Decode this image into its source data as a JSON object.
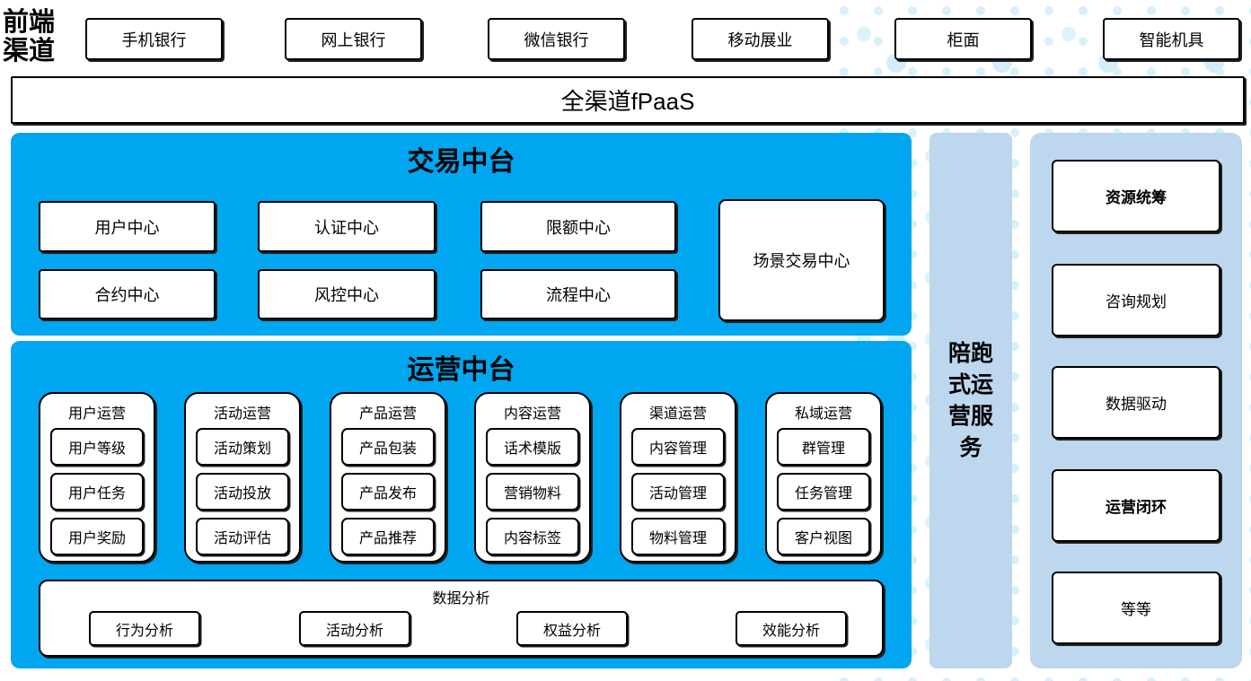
{
  "colors": {
    "bright_blue": "#00A6F0",
    "light_blue": "#BDD7EE",
    "dot_blue": "#D8F0FA"
  },
  "front_channels": {
    "label": "前端渠道",
    "items": [
      "手机银行",
      "网上银行",
      "微信银行",
      "移动展业",
      "柜面",
      "智能机具"
    ]
  },
  "fpaas_bar": {
    "label": "全渠道fPaaS"
  },
  "transaction_platform": {
    "title": "交易中台",
    "centers_row1": [
      "用户中心",
      "认证中心",
      "限额中心"
    ],
    "centers_row2": [
      "合约中心",
      "风控中心",
      "流程中心"
    ],
    "scene_center": "场景交易中心"
  },
  "operation_platform": {
    "title": "运营中台",
    "groups": [
      {
        "title": "用户运营",
        "items": [
          "用户等级",
          "用户任务",
          "用户奖励"
        ]
      },
      {
        "title": "活动运营",
        "items": [
          "活动策划",
          "活动投放",
          "活动评估"
        ]
      },
      {
        "title": "产品运营",
        "items": [
          "产品包装",
          "产品发布",
          "产品推荐"
        ]
      },
      {
        "title": "内容运营",
        "items": [
          "话术模版",
          "营销物料",
          "内容标签"
        ]
      },
      {
        "title": "渠道运营",
        "items": [
          "内容管理",
          "活动管理",
          "物料管理"
        ]
      },
      {
        "title": "私域运营",
        "items": [
          "群管理",
          "任务管理",
          "客户视图"
        ]
      }
    ],
    "analysis": {
      "title": "数据分析",
      "items": [
        "行为分析",
        "活动分析",
        "权益分析",
        "效能分析"
      ]
    }
  },
  "accompany_bar": {
    "label": "陪跑式运营服务"
  },
  "service_panel": {
    "items": [
      {
        "label": "资源统筹",
        "bold": true
      },
      {
        "label": "咨询规划",
        "bold": false
      },
      {
        "label": "数据驱动",
        "bold": false
      },
      {
        "label": "运营闭环",
        "bold": true
      },
      {
        "label": "等等",
        "bold": false
      }
    ]
  }
}
